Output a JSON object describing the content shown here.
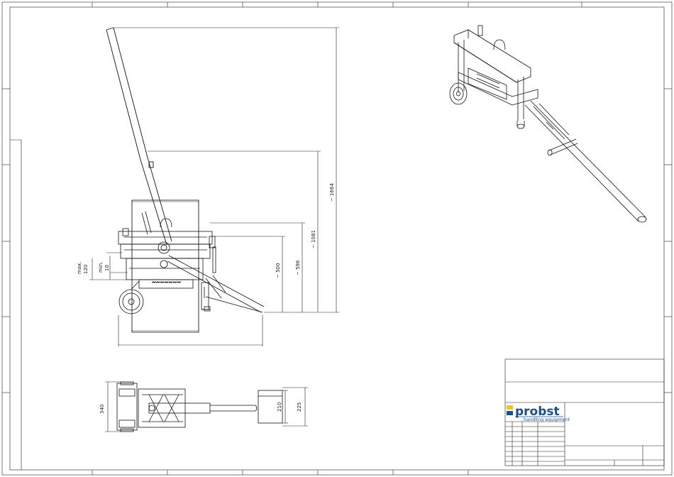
{
  "dimensions": {
    "overall_height": "~ 1664",
    "handle_height": "~ 1081",
    "height_596": "~ 596",
    "height_500": "~ 500",
    "clamp_max_label": "max.",
    "clamp_max_value": "120",
    "clamp_min_label": "min.",
    "clamp_min_value": "10",
    "width_340": "340",
    "width_210": "210",
    "width_225": "225"
  },
  "title_block": {
    "brand": "probst",
    "tagline": "handling equipment",
    "brand_color": "#1d4e8c",
    "accent_color": "#f2c230"
  }
}
